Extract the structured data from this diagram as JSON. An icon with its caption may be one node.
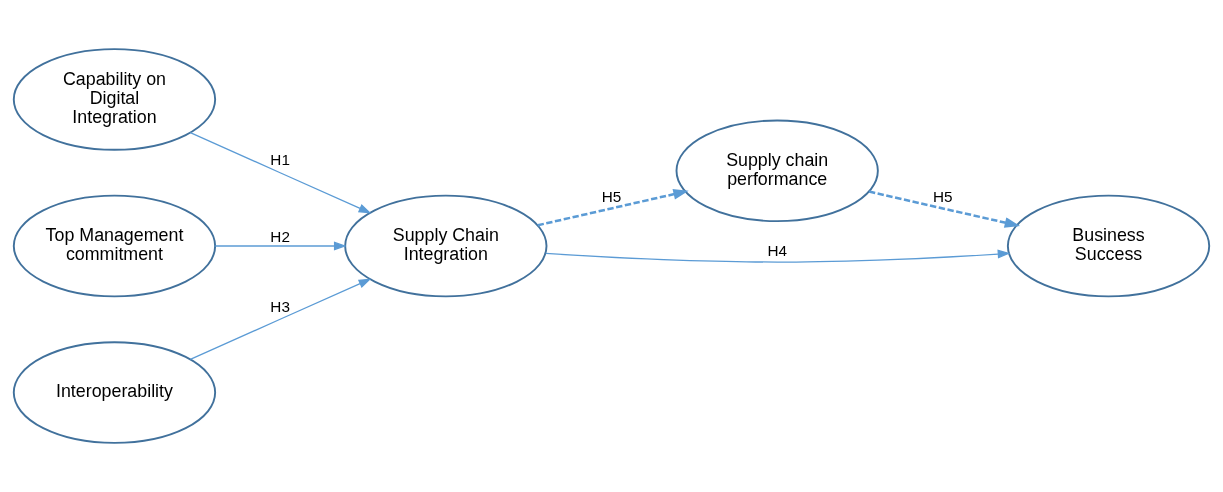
{
  "diagram": {
    "nodes": [
      {
        "text": [
          "Capability on Digital Integration"
        ]
      },
      {
        "text": [
          "Top Management commitment"
        ]
      },
      {
        "text": [
          "Interoperability"
        ]
      },
      {
        "text": [
          "Supply Chain Integration"
        ]
      },
      {
        "text": [
          "Supply chain performance"
        ]
      },
      {
        "text": [
          "Business Success"
        ]
      }
    ],
    "edges": [
      {
        "from": 0,
        "to": 3,
        "arrow": "to",
        "label": "H1"
      },
      {
        "from": 1,
        "to": 3,
        "arrow": "to",
        "label": "H2"
      },
      {
        "from": 2,
        "to": 3,
        "arrow": "to",
        "label": "H3"
      },
      {
        "from": 3,
        "to": 4,
        "arrow": "to",
        "label": "H5",
        "style": "dashed"
      },
      {
        "from": 4,
        "to": 5,
        "arrow": "to",
        "label": "H5",
        "style": "dashed"
      },
      {
        "from": 3,
        "to": 5,
        "arrow": "to",
        "label": "H4"
      }
    ]
  }
}
